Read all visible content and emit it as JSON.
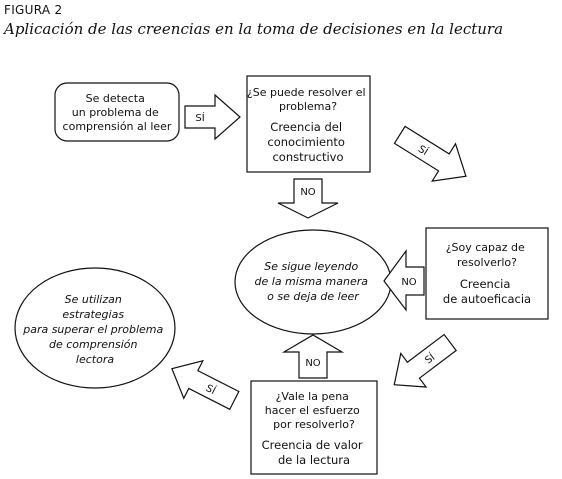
{
  "figure": {
    "label": "FIGURA 2",
    "title": "Aplicación de las creencias en la toma de decisiones en la lectura"
  },
  "nodes": {
    "detect": {
      "lines": [
        "Se detecta",
        "un problema de",
        "comprensión al leer"
      ]
    },
    "resolve": {
      "question": [
        "¿Se puede resolver el",
        "problema?"
      ],
      "belief": [
        "Creencia del",
        "conocimiento",
        "constructivo"
      ]
    },
    "continue": {
      "lines": [
        "Se sigue leyendo",
        "de la misma manera",
        "o se deja de leer"
      ]
    },
    "selfefficacy": {
      "question": [
        "¿Soy capaz de",
        "resolverlo?"
      ],
      "belief": [
        "Creencia",
        "de autoeficacia"
      ]
    },
    "worth": {
      "question": [
        "¿Vale la pena",
        "hacer el esfuerzo",
        "por resolverlo?"
      ],
      "belief": [
        "Creencia de valor",
        "de la lectura"
      ]
    },
    "strategies": {
      "lines": [
        "Se utilizan",
        "estrategias",
        "para superar el problema",
        "de comprensión",
        "lectora"
      ]
    }
  },
  "arrows": {
    "detect_to_resolve": "SÍ",
    "resolve_to_selfefficacy": "SÍ",
    "resolve_to_continue": "NO",
    "selfefficacy_to_continue": "NO",
    "selfefficacy_to_worth": "SÍ",
    "worth_to_continue": "NO",
    "worth_to_strategies": "SÍ"
  }
}
